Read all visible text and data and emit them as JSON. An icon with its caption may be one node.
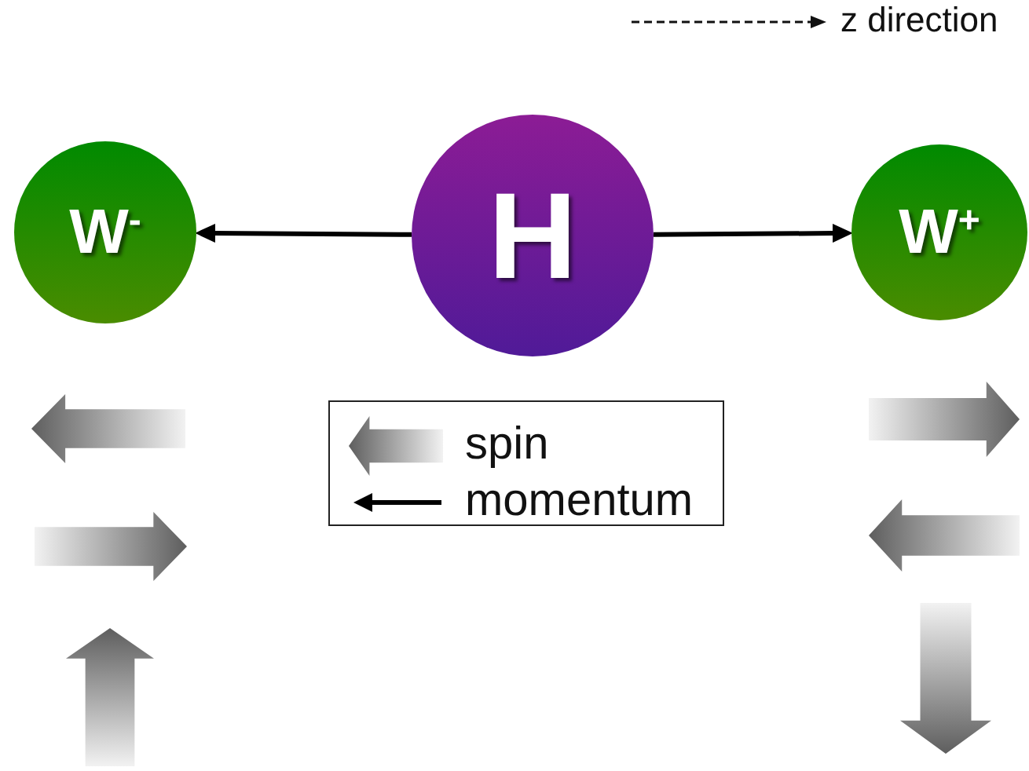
{
  "diagram": {
    "nodes": [
      {
        "text": [
          "W$^{-}$"
        ]
      },
      {
        "text": [
          "H"
        ]
      },
      {
        "text": [
          "W$^{+}$"
        ]
      }
    ],
    "edges": [
      {
        "from": 1,
        "to": 0,
        "arrow": "to"
      },
      {
        "from": 1,
        "to": 2,
        "arrow": "to"
      }
    ],
    "legend": [
      {
        "text": "z direction"
      },
      {
        "text": "spin"
      },
      {
        "text": "momentum"
      }
    ]
  }
}
